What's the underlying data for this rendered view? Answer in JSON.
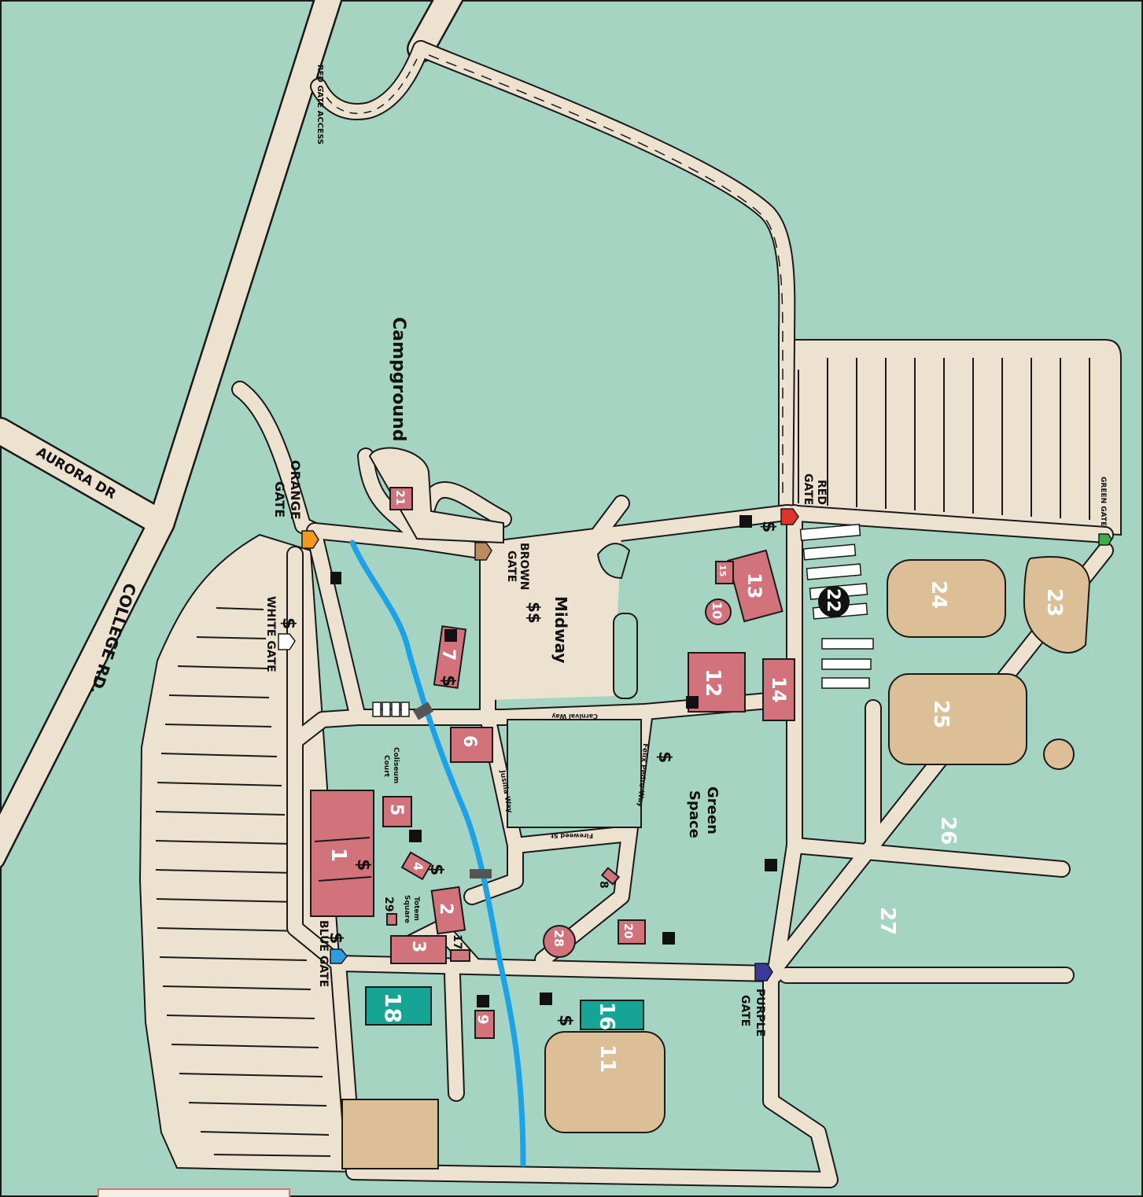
{
  "colors": {
    "grass": "#a5d4c2",
    "pavement": "#ede1cf",
    "building": "#d2727b",
    "arena": "#dcbf96",
    "teal": "#16a595",
    "creek": "#1aa3e8",
    "outline": "#1a1a1a"
  },
  "roads": {
    "aurora": "AURORA DR",
    "college": "COLLEGE RD.",
    "red_gate_access": "RED GATE ACCESS",
    "carnival": "Carnival Way",
    "jusilla": "Jusilla Way",
    "fireweed": "Fireweed St.",
    "felix": "Felix Pedro Way"
  },
  "areas": {
    "campground": "Campground",
    "midway": "Midway",
    "midway_money": "$$",
    "green_space_1": "Green",
    "green_space_2": "Space",
    "coliseum_1": "Coliseum",
    "coliseum_2": "Court",
    "totem_1": "Totem",
    "totem_2": "Square"
  },
  "gates": {
    "orange_1": "ORANGE",
    "orange_2": "GATE",
    "white": "WHITE GATE",
    "blue": "BLUE GATE",
    "brown_1": "BROWN",
    "brown_2": "GATE",
    "red_1": "RED",
    "red_2": "GATE",
    "green": "GREEN GATE",
    "purple_1": "PURPLE",
    "purple_2": "GATE"
  },
  "gate_colors": {
    "orange": "#f29a1d",
    "white": "#ffffff",
    "blue": "#2f9be0",
    "brown": "#b98d5b",
    "red": "#e0332b",
    "green": "#3bb04a",
    "purple": "#3a3a9c"
  },
  "locations": {
    "b1": "1",
    "b2": "2",
    "b3": "3",
    "b4": "4",
    "b5": "5",
    "b6": "6",
    "b7": "7",
    "b8": "8",
    "b9": "9",
    "b10": "10",
    "b11": "11",
    "b12": "12",
    "b13": "13",
    "b14": "14",
    "b15": "15",
    "b16": "16",
    "b17": "17",
    "b18": "18",
    "b20": "20",
    "b21": "21",
    "b22": "22",
    "b23": "23",
    "b24": "24",
    "b25": "25",
    "b26": "26",
    "b27": "27",
    "b28": "28",
    "b29": "29"
  },
  "symbols": {
    "atm": "$",
    "restroom_icon": "restroom-icon"
  }
}
